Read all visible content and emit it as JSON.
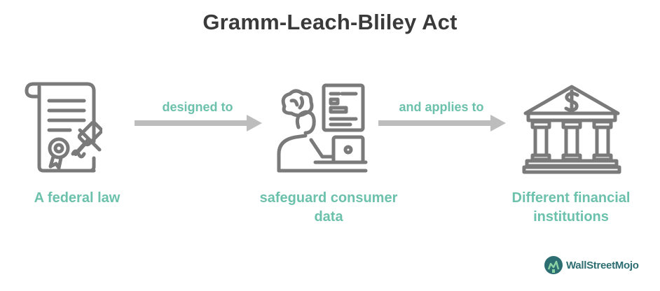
{
  "title": "Gramm-Leach-Bliley Act",
  "connectors": {
    "first": "designed to",
    "second": "and applies to"
  },
  "nodes": {
    "law": {
      "label": "A federal law",
      "icon": "legal-document-gavel-icon"
    },
    "consumer": {
      "label_line1": "safeguard consumer",
      "label_line2": "data",
      "icon": "person-laptop-data-icon"
    },
    "institutions": {
      "label_line1": "Different financial",
      "label_line2": "institutions",
      "icon": "bank-building-dollar-icon"
    }
  },
  "brand": {
    "name": "WallStreetMojo"
  },
  "colors": {
    "title": "#3a3a3a",
    "accent": "#6cc1ac",
    "icon": "#7a7a7a",
    "arrow": "#bdbdbd",
    "brand": "#2d6e72"
  }
}
